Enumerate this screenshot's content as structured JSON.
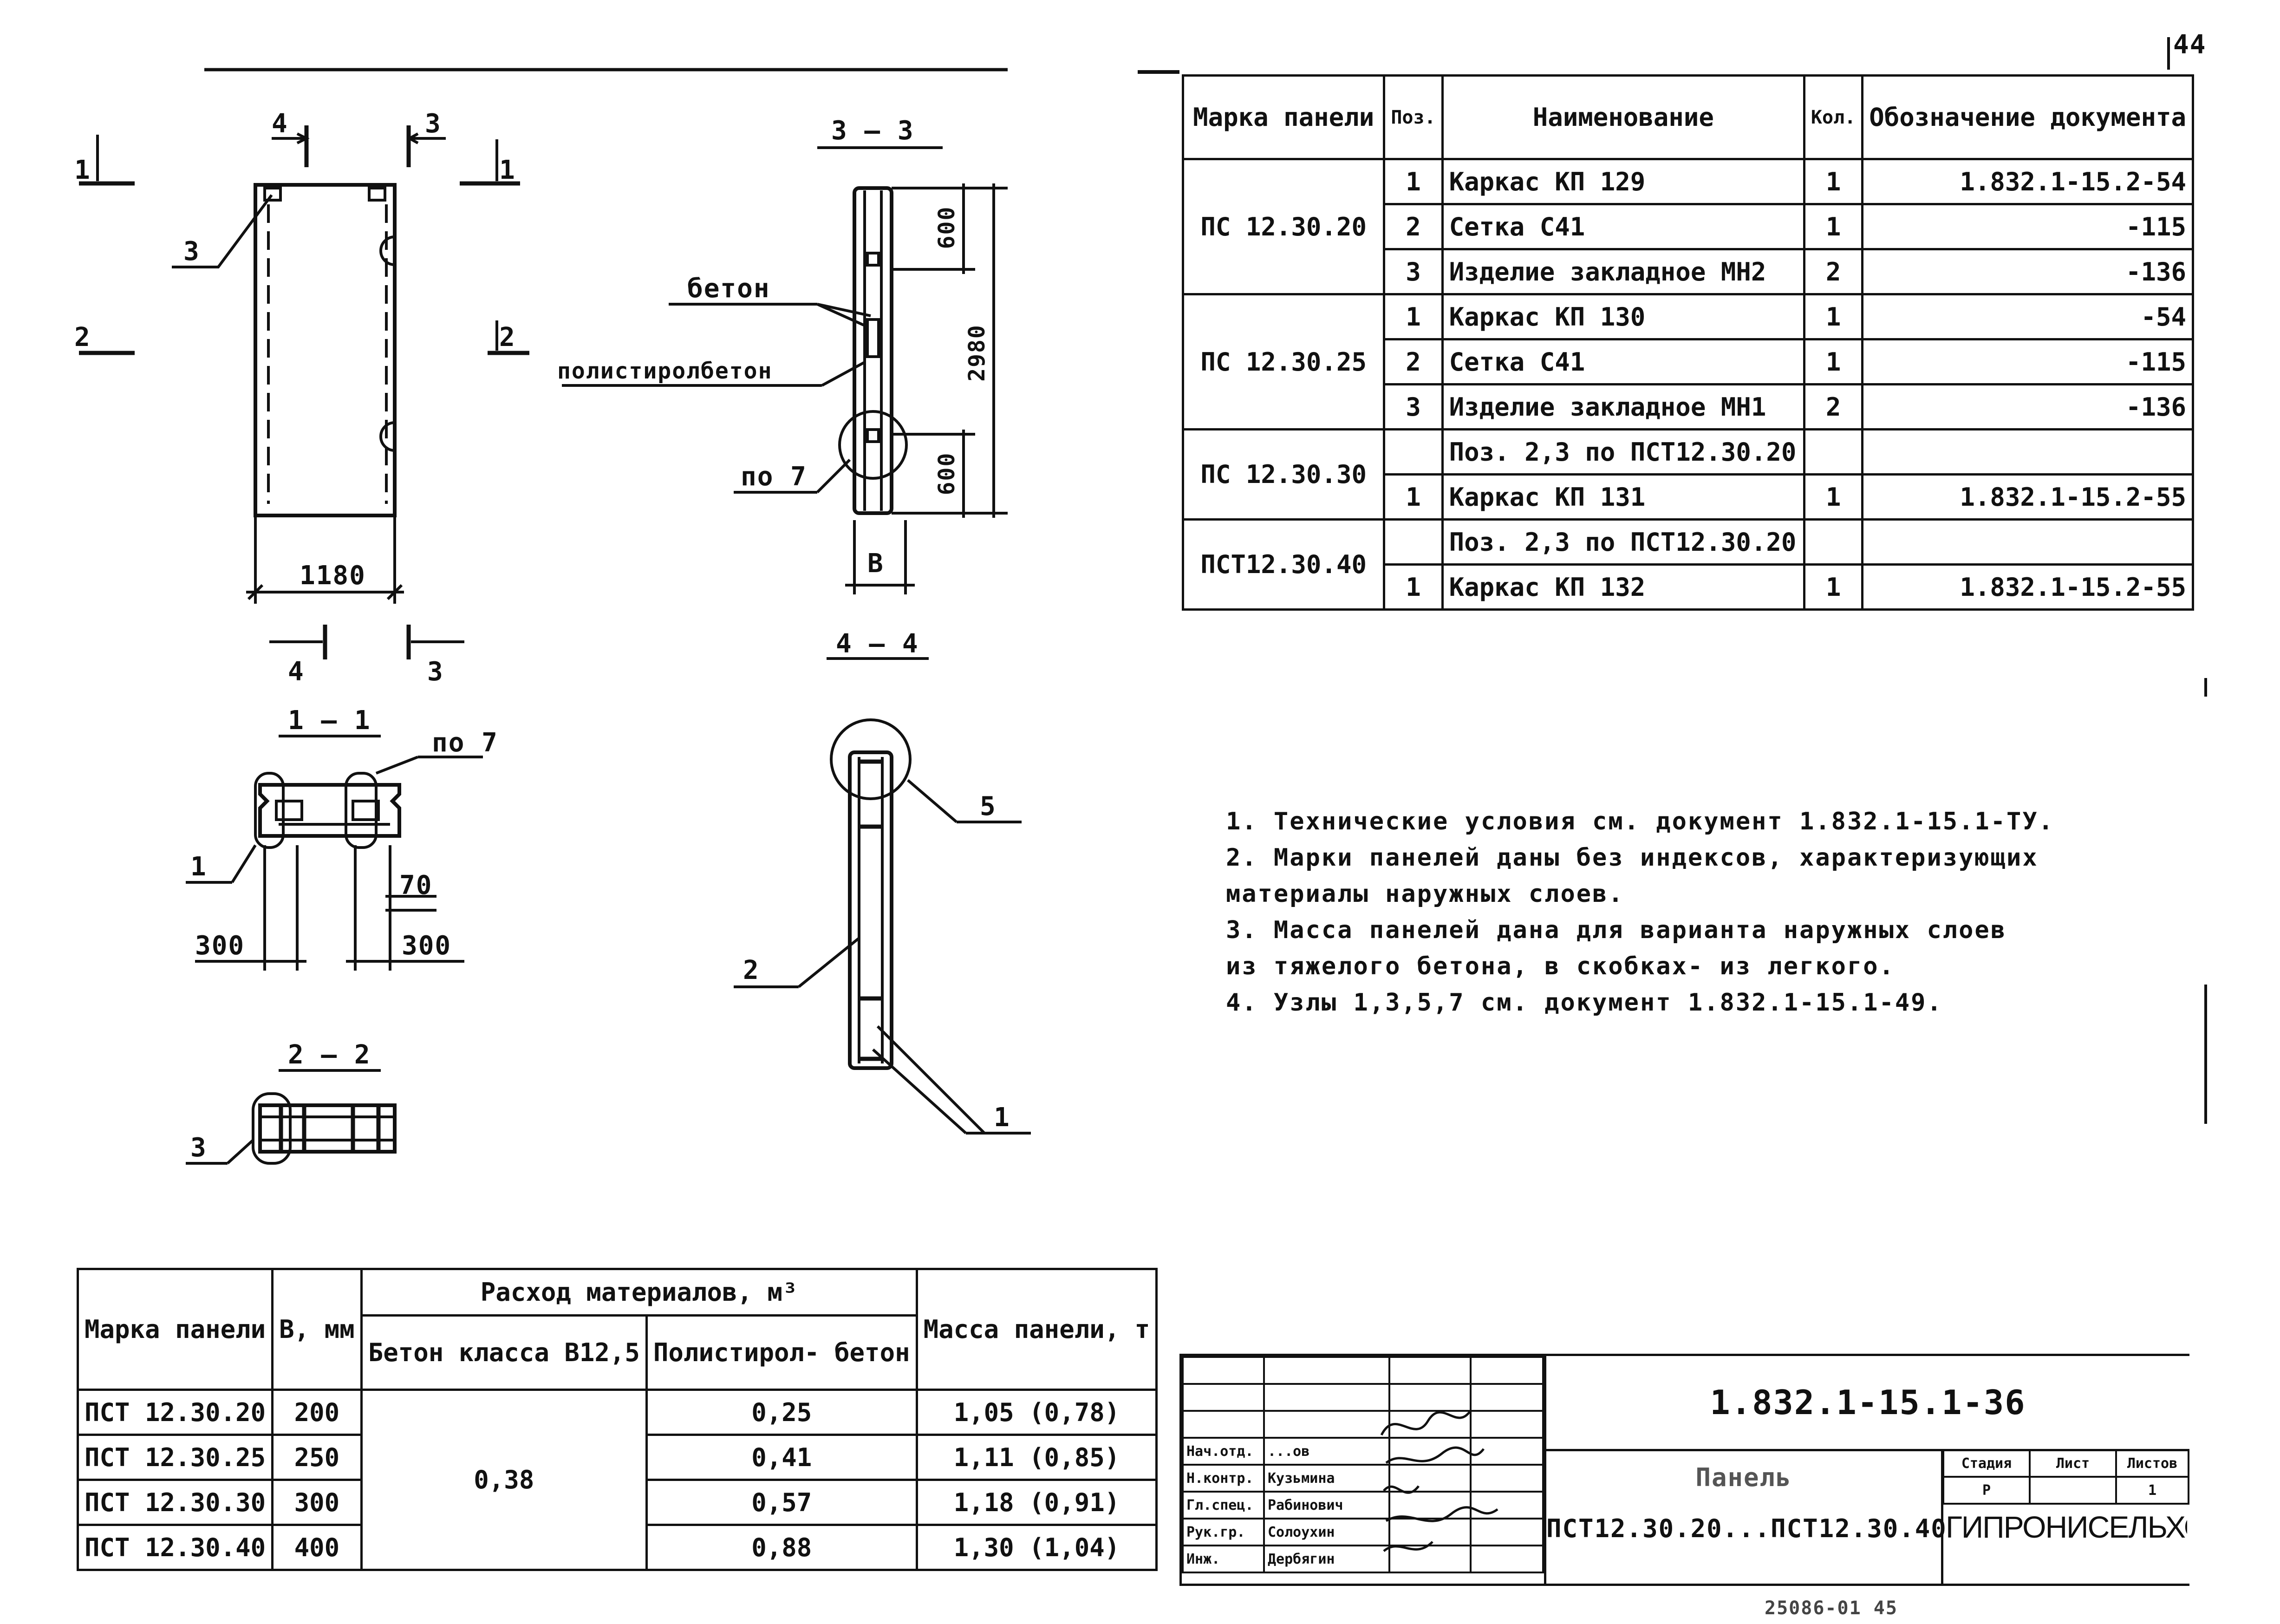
{
  "page_number": "44",
  "drawing": {
    "views": {
      "front": {
        "dim_width": "1180",
        "callout_3": "3"
      },
      "section_3_3": {
        "title": "3 — 3",
        "dim_600_top": "600",
        "dim_2980": "2980",
        "dim_600_bottom": "600",
        "dim_b": "В",
        "label_beton": "бетон",
        "label_polystyrene": "полистиролбетон",
        "label_node": "по 7"
      },
      "section_4_4": {
        "title": "4 — 4",
        "callout_5": "5",
        "callout_2": "2",
        "callout_1": "1"
      },
      "section_1_1": {
        "title": "1 — 1",
        "label_node": "по 7",
        "callout_1": "1",
        "dim_300_left": "300",
        "dim_70": "70",
        "dim_300_right": "300"
      },
      "section_2_2": {
        "title": "2 — 2",
        "callout_3": "3"
      },
      "cut_marks": {
        "c4": "4",
        "c3": "3",
        "c1": "1",
        "c2": "2"
      }
    }
  },
  "spec_table": {
    "headers": [
      "Марка панели",
      "Поз.",
      "Наименование",
      "Кол.",
      "Обозначение документа"
    ],
    "rows": [
      {
        "mark": "ПС 12.30.20",
        "items": [
          {
            "pos": "1",
            "name": "Каркас КП 129",
            "qty": "1",
            "doc": "1.832.1-15.2-54"
          },
          {
            "pos": "2",
            "name": "Сетка С41",
            "qty": "1",
            "doc": "-115"
          },
          {
            "pos": "3",
            "name": "Изделие закладное МН2",
            "qty": "2",
            "doc": "-136"
          }
        ]
      },
      {
        "mark": "ПС 12.30.25",
        "items": [
          {
            "pos": "1",
            "name": "Каркас КП 130",
            "qty": "1",
            "doc": "-54"
          },
          {
            "pos": "2",
            "name": "Сетка С41",
            "qty": "1",
            "doc": "-115"
          },
          {
            "pos": "3",
            "name": "Изделие закладное МН1",
            "qty": "2",
            "doc": "-136"
          }
        ]
      },
      {
        "mark": "ПС 12.30.30",
        "items": [
          {
            "pos": "",
            "name": "Поз. 2,3 по ПСТ12.30.20",
            "qty": "",
            "doc": ""
          },
          {
            "pos": "1",
            "name": "Каркас КП 131",
            "qty": "1",
            "doc": "1.832.1-15.2-55"
          }
        ]
      },
      {
        "mark": "ПСТ12.30.40",
        "items": [
          {
            "pos": "",
            "name": "Поз. 2,3 по ПСТ12.30.20",
            "qty": "",
            "doc": ""
          },
          {
            "pos": "1",
            "name": "Каркас КП 132",
            "qty": "1",
            "doc": "1.832.1-15.2-55"
          }
        ]
      }
    ]
  },
  "notes": [
    "1. Технические условия см. документ 1.832.1-15.1-ТУ.",
    "2. Марки панелей даны без индексов, характеризующих",
    "   материалы наружных слоев.",
    "3. Масса панелей дана для варианта наружных слоев",
    "   из тяжелого бетона, в скобках- из легкого.",
    "4. Узлы 1,3,5,7 см. документ 1.832.1-15.1-49."
  ],
  "materials_table": {
    "header_mark": "Марка панели",
    "header_b": "В, мм",
    "header_consumption": "Расход материалов, м³",
    "header_concrete": "Бетон класса В12,5",
    "header_polystyrene": "Полистирол- бетон",
    "header_mass": "Масса панели, т",
    "concrete_shared": "0,38",
    "rows": [
      {
        "mark": "ПСТ 12.30.20",
        "b": "200",
        "poly": "0,25",
        "mass": "1,05 (0,78)"
      },
      {
        "mark": "ПСТ 12.30.25",
        "b": "250",
        "poly": "0,41",
        "mass": "1,11 (0,85)"
      },
      {
        "mark": "ПСТ 12.30.30",
        "b": "300",
        "poly": "0,57",
        "mass": "1,18 (0,91)"
      },
      {
        "mark": "ПСТ 12.30.40",
        "b": "400",
        "poly": "0,88",
        "mass": "1,30 (1,04)"
      }
    ]
  },
  "title_block": {
    "doc_code": "1.832.1-15.1-36",
    "title_line1": "Панель",
    "title_line2": "ПСТ12.30.20...ПСТ12.30.40",
    "stage_label": "Стадия",
    "sheet_label": "Лист",
    "sheets_label": "Листов",
    "stage_value": "Р",
    "sheets_value": "1",
    "org": "ГИПРОНИСЕЛЬХОЗ",
    "signatures": [
      {
        "role": "Нач.отд.",
        "name": "...ов"
      },
      {
        "role": "Н.контр.",
        "name": "Кузьмина"
      },
      {
        "role": "Гл.спец.",
        "name": "Рабинович"
      },
      {
        "role": "Рук.гр.",
        "name": "Солоухин"
      },
      {
        "role": "Инж.",
        "name": "Дербягин"
      }
    ],
    "bottom_code": "25086-01 45"
  }
}
